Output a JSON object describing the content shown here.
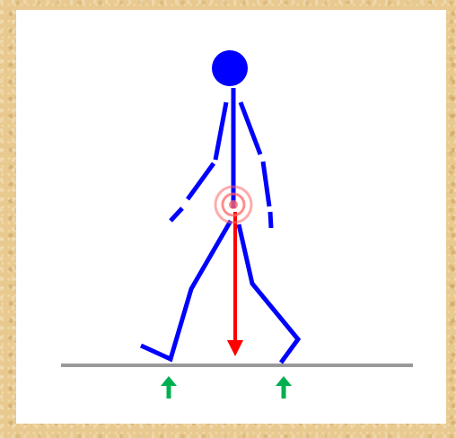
{
  "diagram": {
    "figure_color": "#0000ff",
    "ground_color": "#999999",
    "gravity_arrow_color": "#ff0000",
    "reaction_arrow_color": "#00b050",
    "center_of_mass_color": "#ff6666",
    "icons": [
      "stick-figure-walker",
      "center-of-mass-target",
      "weight-arrow-down",
      "ground-reaction-arrow-up"
    ]
  }
}
